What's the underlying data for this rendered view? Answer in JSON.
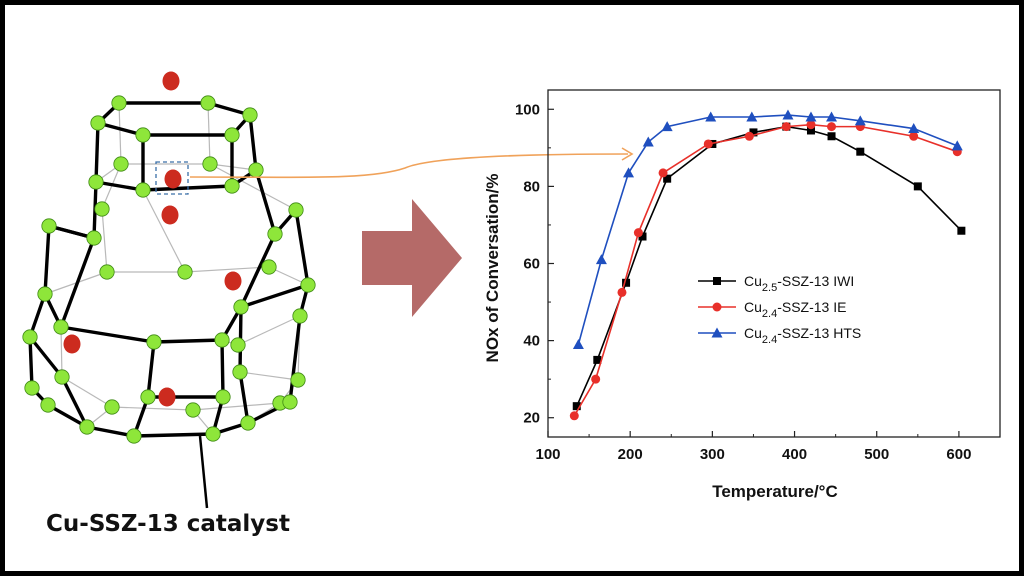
{
  "diagram": {
    "caption": "Cu-SSZ-13 catalyst"
  },
  "colors": {
    "node_green": "#8ee63a",
    "node_stroke": "#3f8a14",
    "cu_red": "#cc2b1f",
    "arrow_fill": "#b56a68",
    "connector_orange": "#f0a25a",
    "series_iwi": "#000000",
    "series_ie": "#e8302a",
    "series_hts": "#1f4fbf"
  },
  "chart_data": {
    "type": "line",
    "xlabel": "Temperature/°C",
    "ylabel": "NOx of Conversation/%",
    "xlim": [
      100,
      650
    ],
    "ylim": [
      15,
      105
    ],
    "xticks": [
      "100",
      "200",
      "300",
      "400",
      "500",
      "600"
    ],
    "yticks": [
      "20",
      "40",
      "60",
      "80",
      "100"
    ],
    "grid": false,
    "legend_position": "center-right",
    "series": [
      {
        "name": "Cu2.5-SSZ-13 IWI",
        "legend_prefix": "Cu",
        "legend_sub": "2.5",
        "legend_suffix": "-SSZ-13 IWI",
        "marker": "square",
        "color": "#000000",
        "x": [
          135,
          160,
          195,
          215,
          245,
          300,
          350,
          390,
          420,
          445,
          480,
          550,
          603
        ],
        "y": [
          23,
          35,
          55,
          67,
          82,
          91,
          94,
          95.5,
          94.5,
          93,
          89,
          80,
          68.5
        ]
      },
      {
        "name": "Cu2.4-SSZ-13 IE",
        "legend_prefix": "Cu",
        "legend_sub": "2.4",
        "legend_suffix": "-SSZ-13 IE",
        "marker": "circle",
        "color": "#e8302a",
        "x": [
          132,
          158,
          190,
          210,
          240,
          295,
          345,
          390,
          420,
          445,
          480,
          545,
          598
        ],
        "y": [
          20.5,
          30,
          52.5,
          68,
          83.5,
          91,
          93,
          95.5,
          96,
          95.5,
          95.5,
          93,
          89
        ]
      },
      {
        "name": "Cu2.4-SSZ-13 HTS",
        "legend_prefix": "Cu",
        "legend_sub": "2.4",
        "legend_suffix": "-SSZ-13 HTS",
        "marker": "triangle",
        "color": "#1f4fbf",
        "x": [
          137,
          165,
          198,
          222,
          245,
          298,
          348,
          392,
          420,
          445,
          480,
          545,
          598
        ],
        "y": [
          39,
          61,
          83.5,
          91.5,
          95.5,
          98,
          98,
          98.5,
          98,
          98,
          97,
          95,
          90.5
        ]
      }
    ]
  }
}
